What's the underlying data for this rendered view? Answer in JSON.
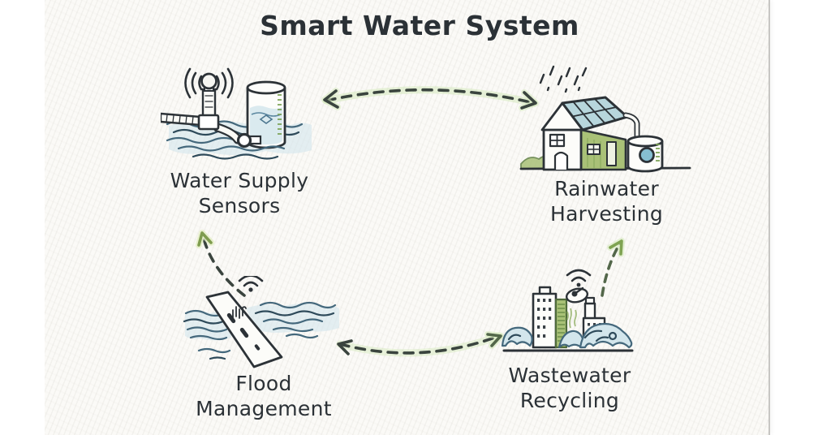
{
  "title": "Smart Water System",
  "nodes": [
    {
      "id": "water-supply-sensors",
      "label_line1": "Water Supply",
      "label_line2": "Sensors",
      "icon": "water-sensor-tank-icon"
    },
    {
      "id": "rainwater-harvesting",
      "label_line1": "Rainwater",
      "label_line2": "Harvesting",
      "icon": "house-rain-barrel-icon"
    },
    {
      "id": "flood-management",
      "label_line1": "Flood",
      "label_line2": "Management",
      "icon": "flooded-road-icon"
    },
    {
      "id": "wastewater-recycling",
      "label_line1": "Wastewater",
      "label_line2": "Recycling",
      "icon": "city-wastewater-icon"
    }
  ],
  "arrows": [
    {
      "from": "water-supply-sensors",
      "to": "rainwater-harvesting",
      "bidirectional": true,
      "style": "dashed"
    },
    {
      "from": "flood-management",
      "to": "wastewater-recycling",
      "bidirectional": true,
      "style": "dashed"
    },
    {
      "from": "flood-management",
      "to": "water-supply-sensors",
      "bidirectional": false,
      "style": "dashed"
    },
    {
      "from": "wastewater-recycling",
      "to": "rainwater-harvesting",
      "bidirectional": false,
      "style": "dashed"
    }
  ],
  "colors": {
    "ink": "#2c3237",
    "arrow_dash": "#3a443e",
    "arrow_halo": "#d6e9bd",
    "arrowhead_green": "#7e9c4e",
    "water_fill": "#d3e6ec",
    "water_stroke": "#44687c",
    "green_fill": "#a9c177",
    "green_stroke": "#5f7f43",
    "solar_panel_fill": "#b7d6dc",
    "barrel_port_blue": "#86bfd2",
    "paper": "#fbfaf7",
    "page_edge": "#c7c6c3"
  }
}
